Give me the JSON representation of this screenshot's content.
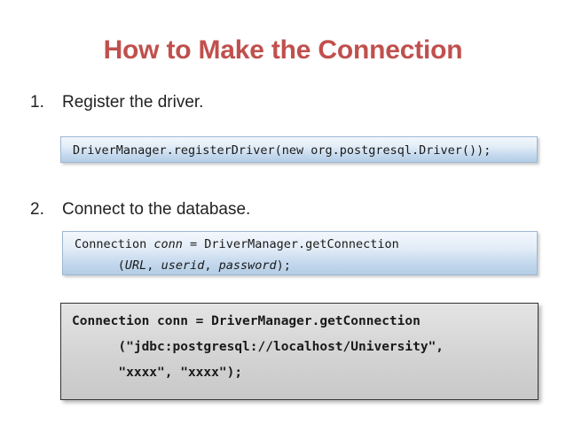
{
  "slide": {
    "title": "How to Make the Connection",
    "title_color": "#c0504d",
    "background_color": "#ffffff"
  },
  "steps": [
    {
      "marker": "1.",
      "text": "Register the driver."
    },
    {
      "marker": "2.",
      "text": "Connect to the database."
    }
  ],
  "code_blocks": [
    {
      "id": "code-box-1",
      "style": "blue",
      "bold": false,
      "lines": [
        {
          "segments": [
            {
              "text": "DriverManager.registerDriver(new org.postgresql.Driver());",
              "italic": false
            }
          ]
        }
      ]
    },
    {
      "id": "code-box-2",
      "style": "blue",
      "bold": false,
      "lines": [
        {
          "segments": [
            {
              "text": "Connection ",
              "italic": false
            },
            {
              "text": "conn",
              "italic": true
            },
            {
              "text": " = DriverManager.getConnection",
              "italic": false
            }
          ]
        },
        {
          "segments": [
            {
              "text": "      (",
              "italic": false
            },
            {
              "text": "URL",
              "italic": true
            },
            {
              "text": ", ",
              "italic": false
            },
            {
              "text": "userid",
              "italic": true
            },
            {
              "text": ", ",
              "italic": false
            },
            {
              "text": "password",
              "italic": true
            },
            {
              "text": ");",
              "italic": false
            }
          ]
        }
      ]
    },
    {
      "id": "code-box-3",
      "style": "gray",
      "bold": true,
      "lines": [
        {
          "segments": [
            {
              "text": "Connection conn = DriverManager.getConnection",
              "italic": false
            }
          ]
        },
        {
          "segments": [
            {
              "text": "      (\"jdbc:postgresql://localhost/University\",",
              "italic": false
            }
          ]
        },
        {
          "segments": [
            {
              "text": "      \"xxxx\", \"xxxx\");",
              "italic": false
            }
          ]
        }
      ]
    }
  ]
}
